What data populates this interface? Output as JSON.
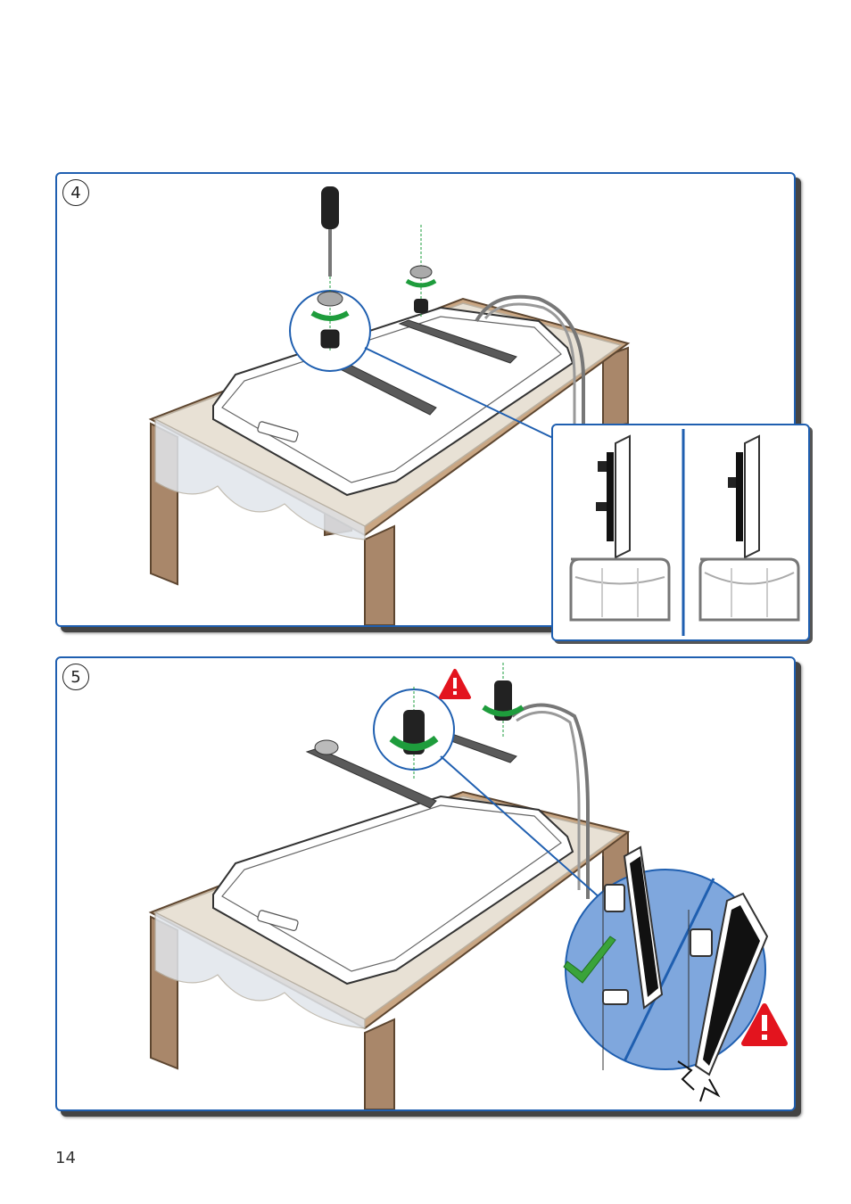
{
  "page": {
    "number": "14"
  },
  "steps": [
    {
      "label": "4"
    },
    {
      "label": "5"
    }
  ],
  "colors": {
    "panel_border": "#1f5fb0",
    "table_wood": "#a9876a",
    "tablecloth": "#ebe6dc",
    "tv_body": "#ffffff",
    "bracket": "#5a5a5a",
    "rotate_arrow": "#1e9c3c",
    "warning": "#e3141e",
    "check": "#3aa33a",
    "callout_fill": "#7fa7dd"
  },
  "icons": {
    "step4": [
      "screwdriver-icon",
      "screw-icon",
      "rotate-arrow-icon",
      "spacer-icon"
    ],
    "step5": [
      "spacer-icon",
      "rotate-arrow-icon",
      "warning-icon",
      "check-icon"
    ]
  }
}
